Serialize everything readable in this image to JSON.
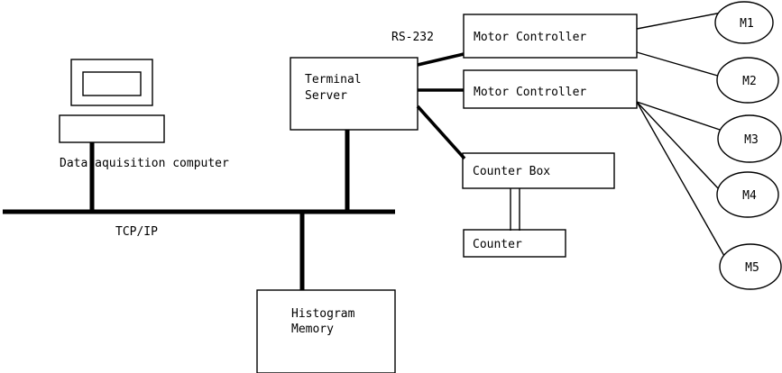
{
  "diagram": {
    "type": "block-diagram",
    "title": "Data acquisition system block diagram",
    "background_color": "#ffffff",
    "line_color": "#000000",
    "nodes": {
      "monitor": {
        "name": "monitor",
        "label": ""
      },
      "computer_base": {
        "name": "computer-base",
        "label": ""
      },
      "computer_caption": {
        "label": "Data aquisition computer"
      },
      "terminal_server": {
        "label_line1": "Terminal",
        "label_line2": "Server"
      },
      "motor_controller_1": {
        "label": "Motor Controller"
      },
      "motor_controller_2": {
        "label": "Motor Controller"
      },
      "counter_box": {
        "label": "Counter Box"
      },
      "counter": {
        "label": "Counter"
      },
      "histogram_memory": {
        "label_line1": "Histogram",
        "label_line2": "Memory"
      }
    },
    "motors": [
      {
        "id": "m1",
        "label": "M1"
      },
      {
        "id": "m2",
        "label": "M2"
      },
      {
        "id": "m3",
        "label": "M3"
      },
      {
        "id": "m4",
        "label": "M4"
      },
      {
        "id": "m5",
        "label": "M5"
      }
    ],
    "link_labels": {
      "bus": "TCP/IP",
      "serial": "RS-232"
    }
  }
}
